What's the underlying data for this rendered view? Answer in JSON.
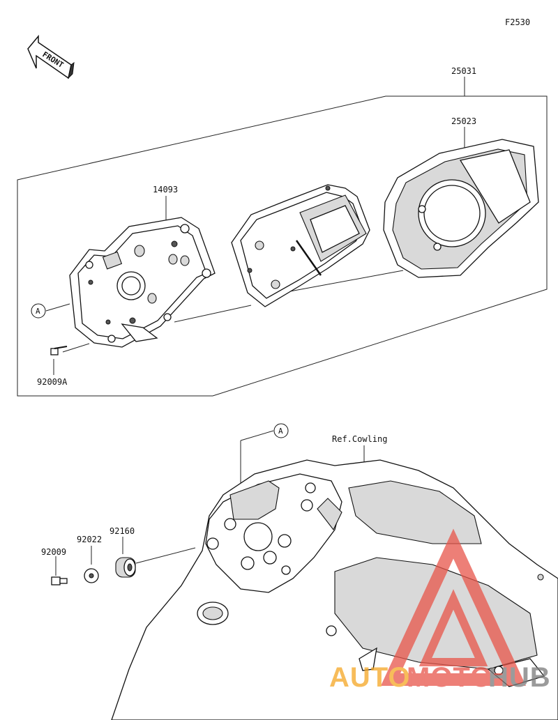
{
  "figure_code": "F2530",
  "front_label": "FRONT",
  "parts": {
    "assembly": "25031",
    "cover": "25023",
    "case": "14093",
    "screw_a": "92009A",
    "screw": "92009",
    "washer": "92022",
    "grommet": "92160"
  },
  "callout": "A",
  "ref_label": "Ref.Cowling",
  "watermark": {
    "part1": "AUTO",
    "part2": "MOTO",
    "part3": "HUB"
  },
  "colors": {
    "watermark_red": "#e8554a",
    "watermark_orange": "#f5a623",
    "watermark_gray": "#7a7a7a"
  }
}
